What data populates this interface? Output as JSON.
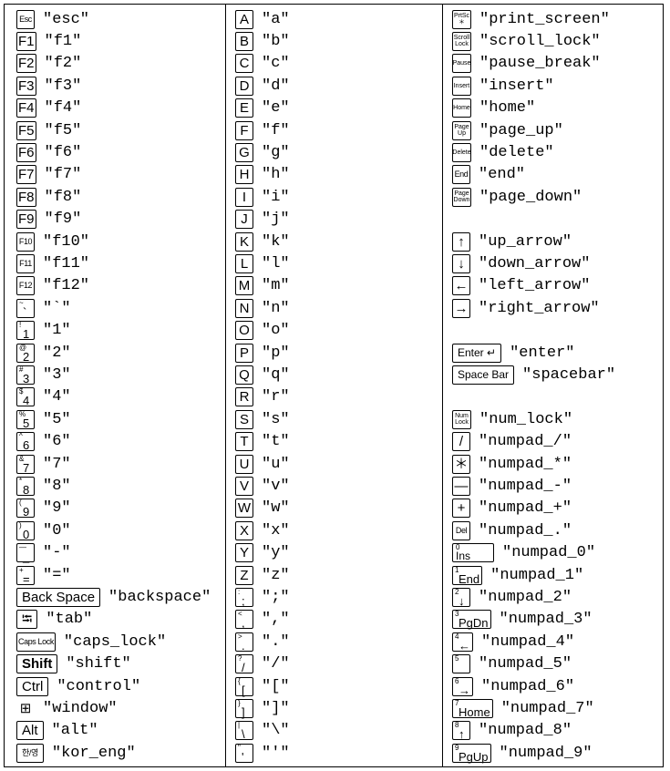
{
  "col1": [
    {
      "key": "Esc",
      "name": "\"esc\"",
      "style": "small"
    },
    {
      "key": "F1",
      "name": "\"f1\""
    },
    {
      "key": "F2",
      "name": "\"f2\""
    },
    {
      "key": "F3",
      "name": "\"f3\""
    },
    {
      "key": "F4",
      "name": "\"f4\""
    },
    {
      "key": "F5",
      "name": "\"f5\""
    },
    {
      "key": "F6",
      "name": "\"f6\""
    },
    {
      "key": "F7",
      "name": "\"f7\""
    },
    {
      "key": "F8",
      "name": "\"f8\""
    },
    {
      "key": "F9",
      "name": "\"f9\""
    },
    {
      "key": "F10",
      "name": "\"f10\"",
      "style": "small"
    },
    {
      "key": "F11",
      "name": "\"f11\"",
      "style": "small"
    },
    {
      "key": "F12",
      "name": "\"f12\"",
      "style": "small"
    },
    {
      "up": "~",
      "key": "`",
      "name": "\"`\""
    },
    {
      "up": "!",
      "key": "1",
      "name": "\"1\""
    },
    {
      "up": "@",
      "key": "2",
      "name": "\"2\""
    },
    {
      "up": "#",
      "key": "3",
      "name": "\"3\""
    },
    {
      "up": "$",
      "key": "4",
      "name": "\"4\""
    },
    {
      "up": "%",
      "key": "5",
      "name": "\"5\""
    },
    {
      "up": "^",
      "key": "6",
      "name": "\"6\""
    },
    {
      "up": "&",
      "key": "7",
      "name": "\"7\""
    },
    {
      "up": "*",
      "key": "8",
      "name": "\"8\""
    },
    {
      "up": "(",
      "key": "9",
      "name": "\"9\""
    },
    {
      "up": ")",
      "key": "0",
      "name": "\"0\""
    },
    {
      "up": "—",
      "key": "_",
      "name": "\"-\""
    },
    {
      "up": "+",
      "key": "=",
      "name": "\"=\""
    },
    {
      "key": "Back Space",
      "name": "\"backspace\"",
      "style": "wide"
    },
    {
      "key": "⭾",
      "name": "\"tab\"",
      "style": "wide"
    },
    {
      "key": "Caps Lock",
      "name": "\"caps_lock\"",
      "style": "small"
    },
    {
      "key": "Shift",
      "name": "\"shift\"",
      "style": "wide bold"
    },
    {
      "key": "Ctrl",
      "name": "\"control\"",
      "style": "wide"
    },
    {
      "key": "⊞",
      "name": "\"window\"",
      "style": "noborder"
    },
    {
      "key": "Alt",
      "name": "\"alt\"",
      "style": "wide"
    },
    {
      "key": "한/영",
      "name": "\"kor_eng\"",
      "style": "small wide"
    }
  ],
  "col2": [
    {
      "key": "A",
      "name": "\"a\""
    },
    {
      "key": "B",
      "name": "\"b\""
    },
    {
      "key": "C",
      "name": "\"c\""
    },
    {
      "key": "D",
      "name": "\"d\""
    },
    {
      "key": "E",
      "name": "\"e\""
    },
    {
      "key": "F",
      "name": "\"f\""
    },
    {
      "key": "G",
      "name": "\"g\""
    },
    {
      "key": "H",
      "name": "\"h\""
    },
    {
      "key": "I",
      "name": "\"i\""
    },
    {
      "key": "J",
      "name": "\"j\""
    },
    {
      "key": "K",
      "name": "\"k\""
    },
    {
      "key": "L",
      "name": "\"l\""
    },
    {
      "key": "M",
      "name": "\"m\""
    },
    {
      "key": "N",
      "name": "\"n\""
    },
    {
      "key": "O",
      "name": "\"o\""
    },
    {
      "key": "P",
      "name": "\"p\""
    },
    {
      "key": "Q",
      "name": "\"q\""
    },
    {
      "key": "R",
      "name": "\"r\""
    },
    {
      "key": "S",
      "name": "\"s\""
    },
    {
      "key": "T",
      "name": "\"t\""
    },
    {
      "key": "U",
      "name": "\"u\""
    },
    {
      "key": "V",
      "name": "\"v\""
    },
    {
      "key": "W",
      "name": "\"w\""
    },
    {
      "key": "X",
      "name": "\"x\""
    },
    {
      "key": "Y",
      "name": "\"y\""
    },
    {
      "key": "Z",
      "name": "\"z\""
    },
    {
      "up": ":",
      "key": ";",
      "name": "\";\""
    },
    {
      "up": "<",
      "key": ",",
      "name": "\",\""
    },
    {
      "up": ">",
      "key": ".",
      "name": "\".\""
    },
    {
      "up": "?",
      "key": "/",
      "name": "\"/\""
    },
    {
      "up": "{",
      "key": "[",
      "name": "\"[\""
    },
    {
      "up": "}",
      "key": "]",
      "name": "\"]\""
    },
    {
      "up": "|",
      "key": "\\",
      "name": "\"\\\""
    },
    {
      "up": "\"",
      "key": "'",
      "name": "\"'\""
    }
  ],
  "col3": [
    {
      "key": "PrtSc ＊",
      "name": "\"print_screen\"",
      "style": "tiny"
    },
    {
      "key": "Scroll Lock",
      "name": "\"scroll_lock\"",
      "style": "tiny"
    },
    {
      "key": "Pause",
      "name": "\"pause_break\"",
      "style": "tiny"
    },
    {
      "key": "Insert",
      "name": "\"insert\"",
      "style": "tiny"
    },
    {
      "key": "Home",
      "name": "\"home\"",
      "style": "tiny"
    },
    {
      "key": "Page Up",
      "name": "\"page_up\"",
      "style": "tiny"
    },
    {
      "key": "Delete",
      "name": "\"delete\"",
      "style": "tiny"
    },
    {
      "key": "End",
      "name": "\"end\"",
      "style": "small"
    },
    {
      "key": "Page Down",
      "name": "\"page_down\"",
      "style": "tiny"
    },
    {
      "gap": true
    },
    {
      "key": "↑",
      "name": "\"up_arrow\""
    },
    {
      "key": "↓",
      "name": "\"down_arrow\""
    },
    {
      "key": "←",
      "name": "\"left_arrow\""
    },
    {
      "key": "→",
      "name": "\"right_arrow\""
    },
    {
      "gap": true
    },
    {
      "key": "Enter ↵",
      "name": "\"enter\"",
      "style": "wide small13"
    },
    {
      "key": "Space Bar",
      "name": "\"spacebar\"",
      "style": "wide small13"
    },
    {
      "gap": true
    },
    {
      "key": "Num Lock",
      "name": "\"num_lock\"",
      "style": "tiny"
    },
    {
      "key": "/",
      "name": "\"numpad_/\""
    },
    {
      "key": "＊",
      "name": "\"numpad_*\""
    },
    {
      "key": "—",
      "name": "\"numpad_-\""
    },
    {
      "key": "+",
      "name": "\"numpad_+\""
    },
    {
      "key": "Del",
      "name": "\"numpad_.\"",
      "style": "small"
    },
    {
      "up": "0",
      "key": "Ins",
      "name": "\"numpad_0\"",
      "style": "ins"
    },
    {
      "up": "1",
      "key": "End",
      "name": "\"numpad_1\""
    },
    {
      "up": "2",
      "key": "↓",
      "name": "\"numpad_2\""
    },
    {
      "up": "3",
      "key": "PgDn",
      "name": "\"numpad_3\""
    },
    {
      "up": "4",
      "key": "←",
      "name": "\"numpad_4\""
    },
    {
      "up": "5",
      "key": "",
      "name": "\"numpad_5\""
    },
    {
      "up": "6",
      "key": "→",
      "name": "\"numpad_6\""
    },
    {
      "up": "7",
      "key": "Home",
      "name": "\"numpad_7\""
    },
    {
      "up": "8",
      "key": "↑",
      "name": "\"numpad_8\""
    },
    {
      "up": "9",
      "key": "PgUp",
      "name": "\"numpad_9\""
    }
  ]
}
